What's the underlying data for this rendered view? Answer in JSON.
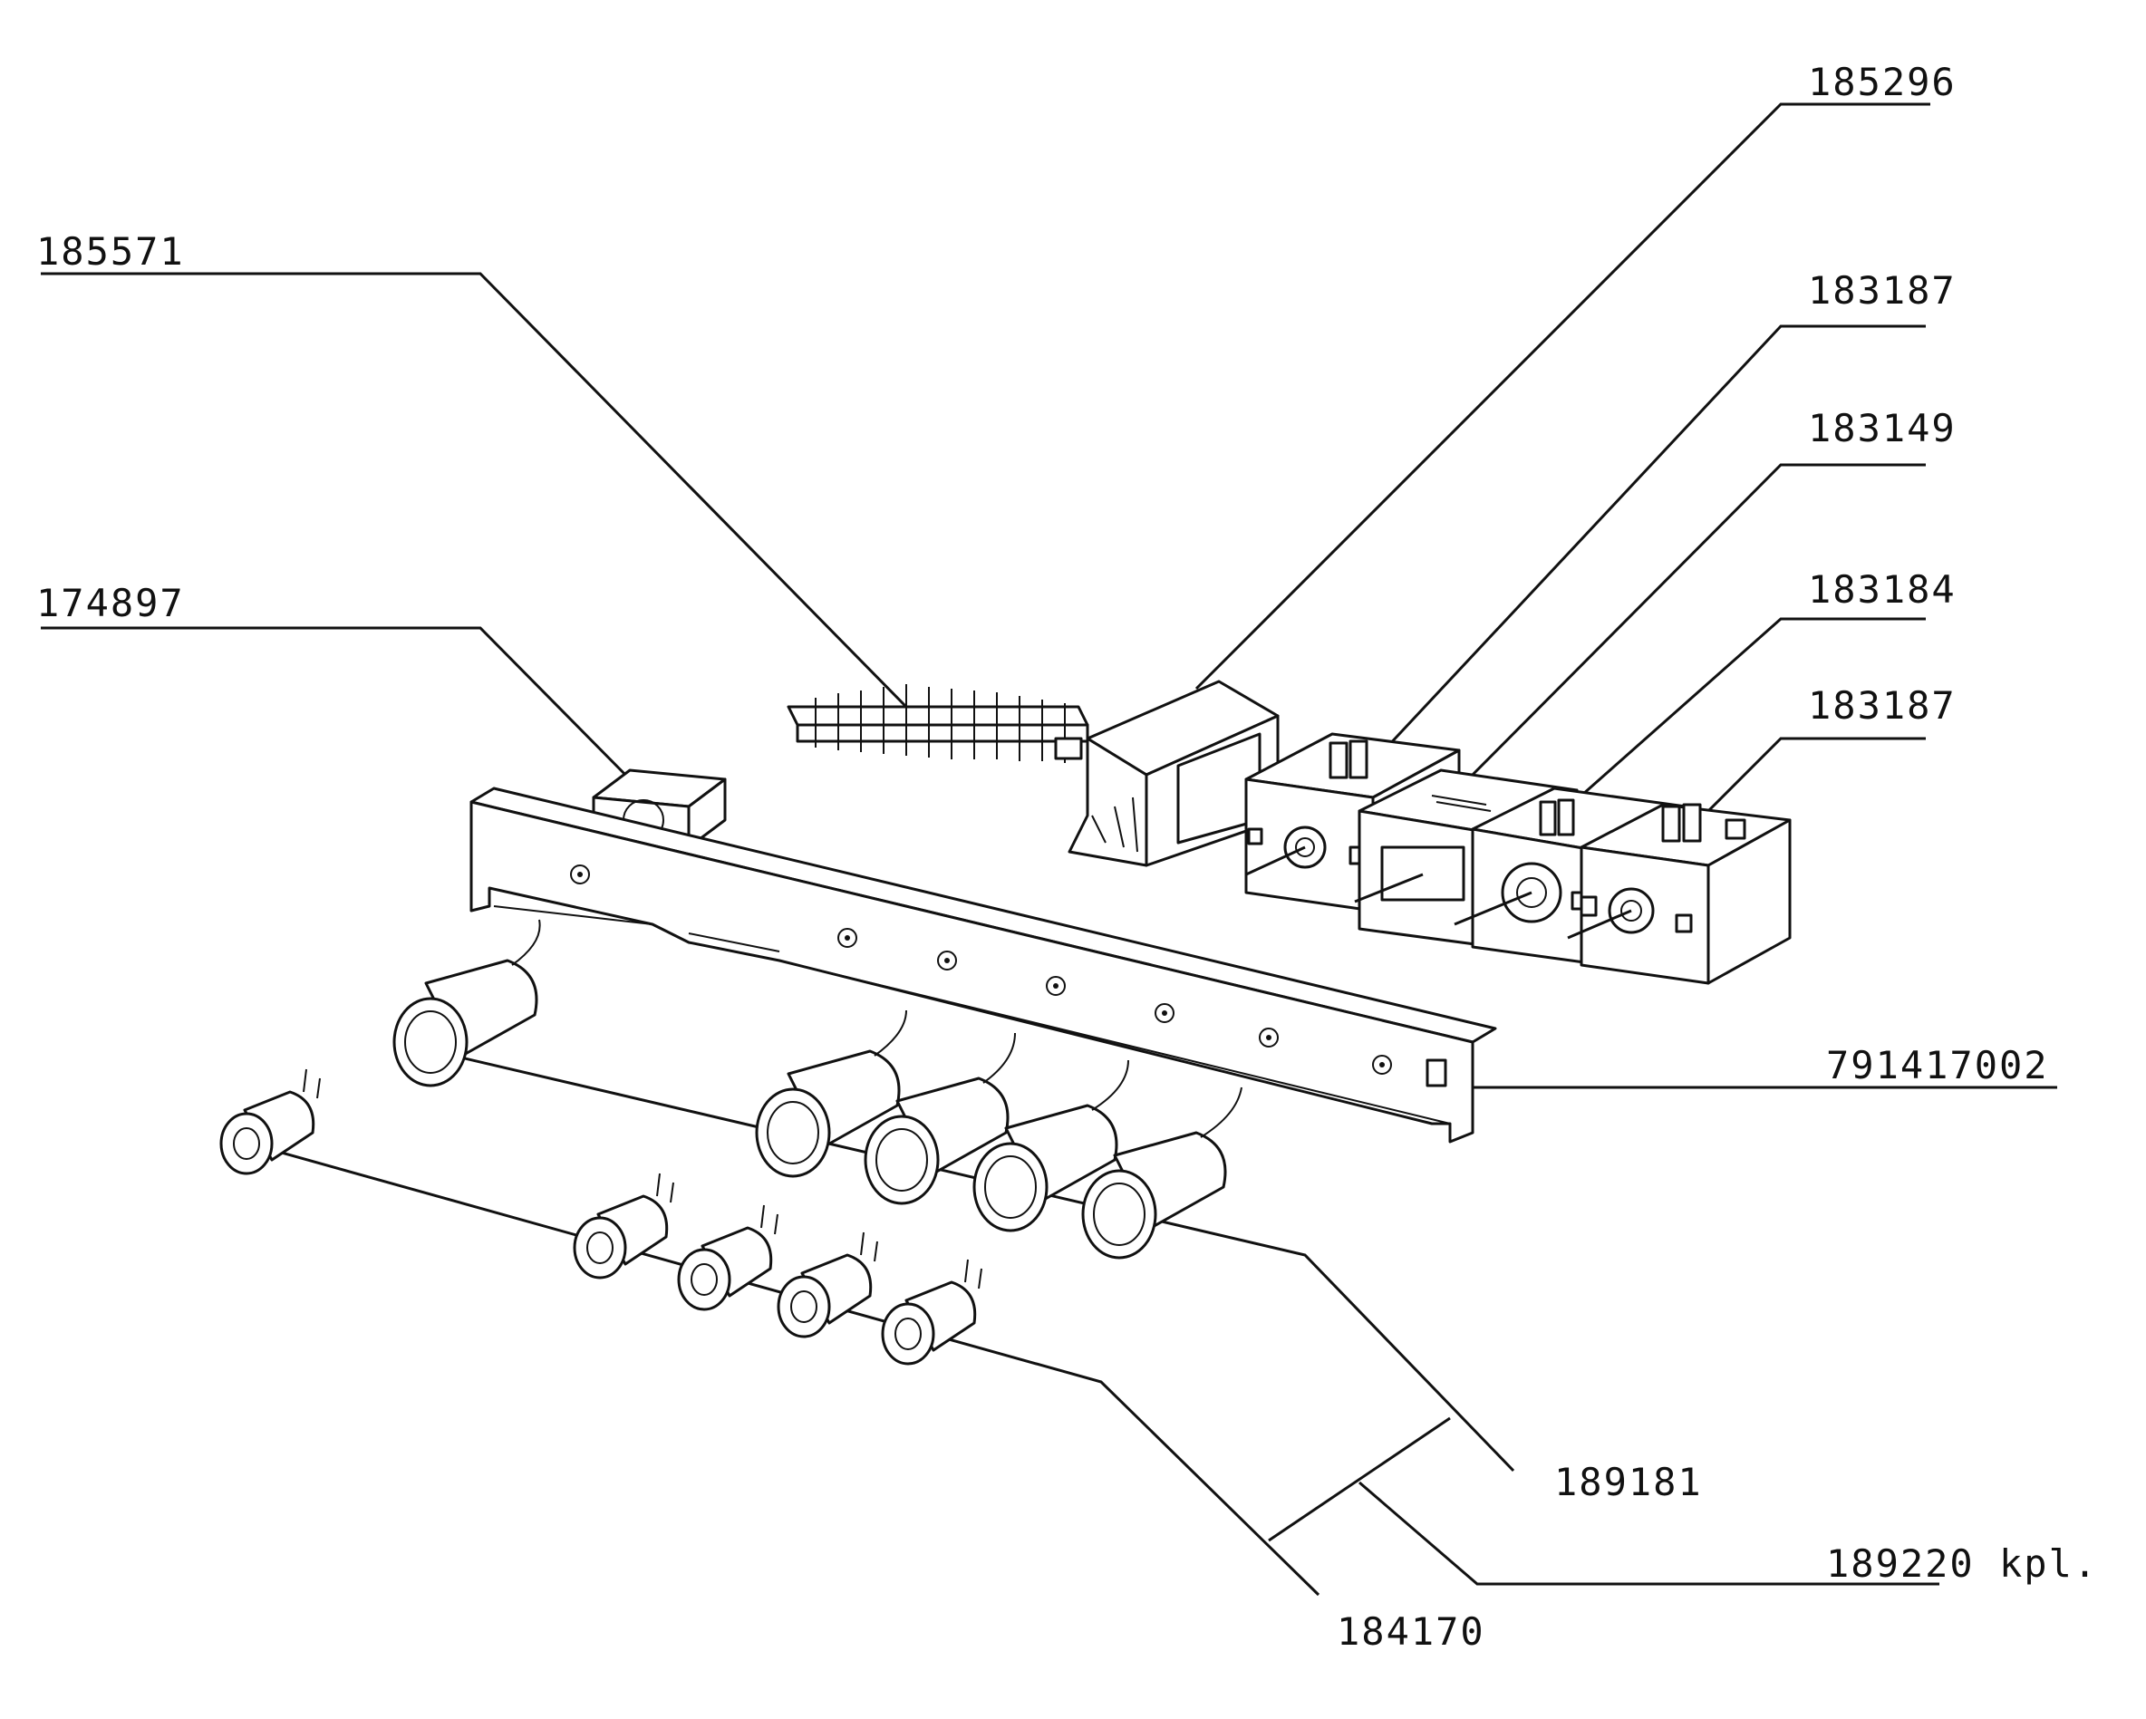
{
  "labels": {
    "p185296": "185296",
    "p185571": "185571",
    "p183187a": "183187",
    "p183149": "183149",
    "p174897": "174897",
    "p183184": "183184",
    "p183187b": "183187",
    "p791417002": "791417002",
    "p189181": "189181",
    "p189220": "189220 kpl.",
    "p184170": "184170"
  }
}
